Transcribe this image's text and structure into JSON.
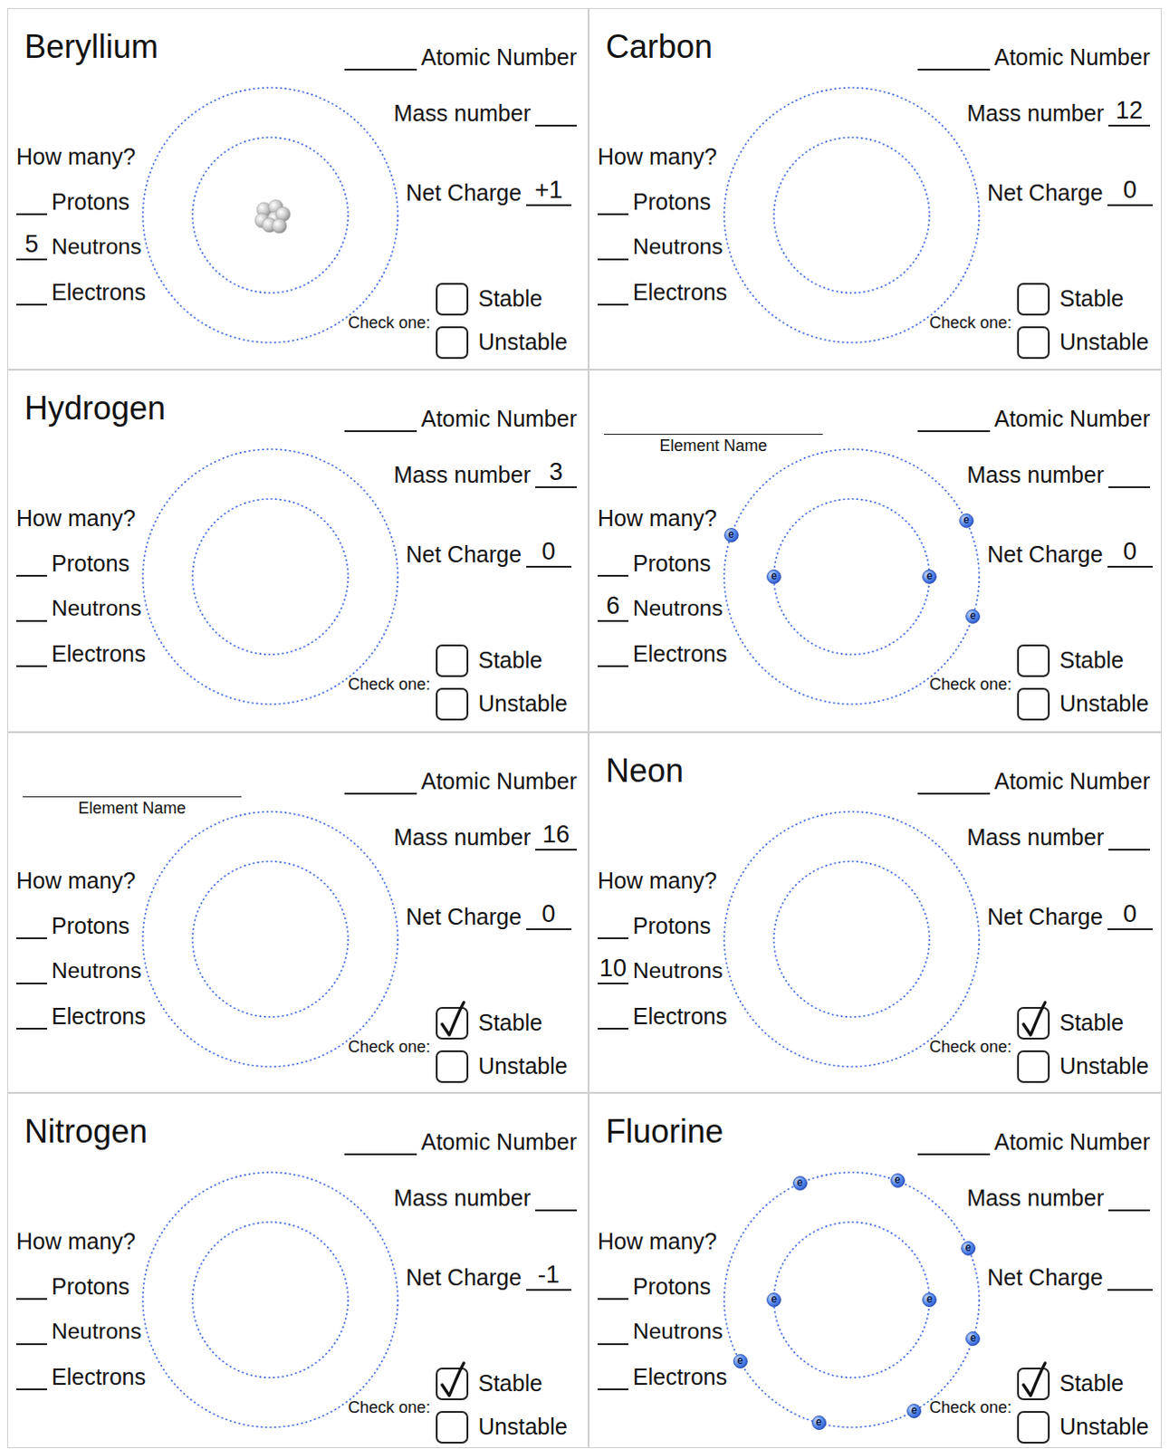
{
  "diagram": {
    "nodes": [
      {
        "text": [
          "Beryllium",
          "Atomic Number",
          "Mass number",
          "Net Charge",
          "+1",
          "How many?",
          "Protons",
          "5",
          "Neutrons",
          "Electrons",
          "Check one:",
          "Stable",
          "Unstable"
        ]
      },
      {
        "text": [
          "Carbon",
          "Atomic Number",
          "Mass number",
          "12",
          "Net Charge",
          "0",
          "How many?",
          "Protons",
          "Neutrons",
          "Electrons",
          "Check one:",
          "Stable",
          "Unstable"
        ]
      },
      {
        "text": [
          "Hydrogen",
          "Atomic Number",
          "Mass number",
          "3",
          "Net Charge",
          "0",
          "How many?",
          "Protons",
          "Neutrons",
          "Electrons",
          "Check one:",
          "Stable",
          "Unstable"
        ]
      },
      {
        "text": [
          "Element Name",
          "Atomic Number",
          "Mass number",
          "Net Charge",
          "0",
          "How many?",
          "Protons",
          "6",
          "Neutrons",
          "Electrons",
          "Check one:",
          "Stable",
          "Unstable"
        ]
      },
      {
        "text": [
          "e"
        ],
        "in": 3
      },
      {
        "text": [
          "e"
        ],
        "in": 3
      },
      {
        "text": [
          "e"
        ],
        "in": 3
      },
      {
        "text": [
          "e"
        ],
        "in": 3
      },
      {
        "text": [
          "e"
        ],
        "in": 3
      },
      {
        "text": [
          "Element Name",
          "Atomic Number",
          "Mass number",
          "16",
          "Net Charge",
          "0",
          "How many?",
          "Protons",
          "Neutrons",
          "Electrons",
          "Check one:",
          "Stable",
          "Unstable"
        ]
      },
      {
        "text": [
          "Neon",
          "Atomic Number",
          "Mass number",
          "Net Charge",
          "0",
          "How many?",
          "Protons",
          "10",
          "Neutrons",
          "Electrons",
          "Check one:",
          "Stable",
          "Unstable"
        ]
      },
      {
        "text": [
          "Nitrogen",
          "Atomic Number",
          "Mass number",
          "Net Charge",
          "-1",
          "How many?",
          "Protons",
          "Neutrons",
          "Electrons",
          "Check one:",
          "Stable",
          "Unstable"
        ]
      },
      {
        "text": [
          "Fluorine",
          "Atomic Number",
          "Mass number",
          "Net Charge",
          "How many?",
          "Protons",
          "Neutrons",
          "Electrons",
          "Check one:",
          "Stable",
          "Unstable"
        ]
      },
      {
        "text": [
          "e"
        ],
        "in": 12
      },
      {
        "text": [
          "e"
        ],
        "in": 12
      },
      {
        "text": [
          "e"
        ],
        "in": 12
      },
      {
        "text": [
          "e"
        ],
        "in": 12
      },
      {
        "text": [
          "e"
        ],
        "in": 12
      },
      {
        "text": [
          "e"
        ],
        "in": 12
      },
      {
        "text": [
          "e"
        ],
        "in": 12
      },
      {
        "text": [
          "e"
        ],
        "in": 12
      },
      {
        "text": [
          "e"
        ],
        "in": 12
      }
    ]
  }
}
